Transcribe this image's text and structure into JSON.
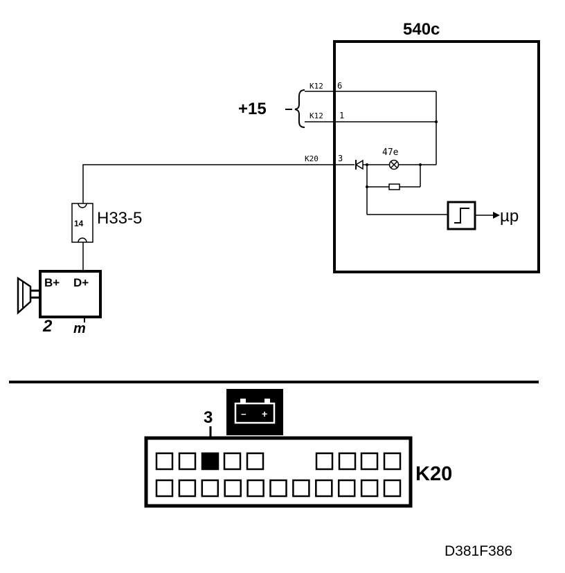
{
  "colors": {
    "ink": "#000000",
    "paper": "#ffffff"
  },
  "module": {
    "name": "540c"
  },
  "supply": {
    "label": "+15"
  },
  "pins": {
    "k12_6": {
      "connector": "K12",
      "pin": "6"
    },
    "k12_1": {
      "connector": "K12",
      "pin": "1"
    },
    "k20_3": {
      "connector": "K20",
      "pin": "3"
    }
  },
  "lamp": {
    "label": "47e"
  },
  "output": {
    "label": "µp"
  },
  "connector_in_line": {
    "name": "H33-5",
    "pin": "14"
  },
  "alternator": {
    "ref": "2",
    "terminal_b": "B+",
    "terminal_d": "D+"
  },
  "ground": {
    "symbol": "m"
  },
  "plug": {
    "name": "K20",
    "highlighted_pin": "3",
    "battery_minus": "−",
    "battery_plus": "+"
  },
  "figure_code": "D381F386"
}
